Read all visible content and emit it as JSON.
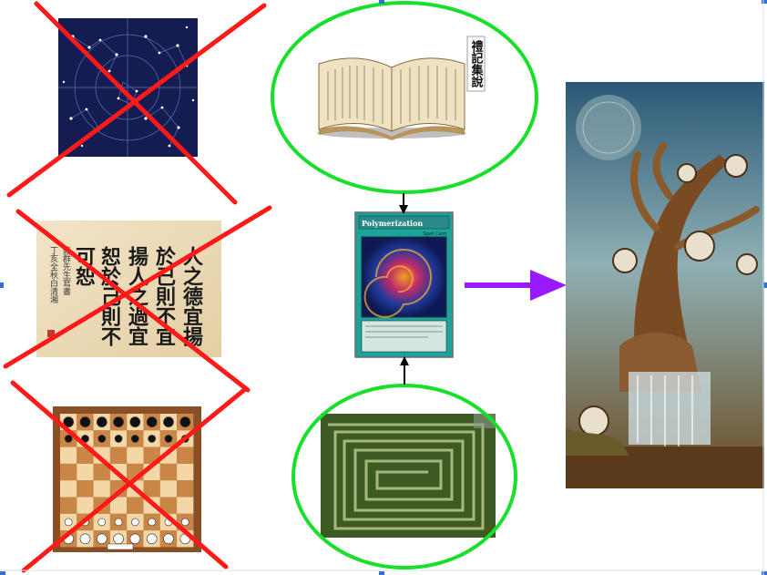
{
  "rejected_items": [
    {
      "name": "star-chart",
      "subject": "constellation star map",
      "crossed_out": true
    },
    {
      "name": "calligraphy",
      "subject": "Chinese calligraphy scroll",
      "crossed_out": true
    },
    {
      "name": "chess-board",
      "subject": "chess board",
      "crossed_out": true
    }
  ],
  "book": {
    "subject": "open antique book",
    "label": "禮記集說",
    "circled": true
  },
  "card": {
    "subject": "trading card",
    "title": "Polymerization",
    "type": "Spell Card"
  },
  "maze": {
    "subject": "hedge maze aerial",
    "circled": true
  },
  "result": {
    "subject": "fantasy tree with clocks and waterfall"
  },
  "colors": {
    "cross": "#ff1a1a",
    "circle": "#18e02a",
    "flow_arrow": "#9a1aff",
    "small_arrow": "#000000",
    "handles": "#2f6fd6"
  },
  "calligraphy_text": {
    "col1": "人之德宜揚",
    "col2": "於己則不宜",
    "col3": "揚人之過宜",
    "col4": "恕於己則不",
    "col5": "可恕",
    "signature": "丁亥全秋白清湘",
    "inscription": "錄群先生寫書"
  }
}
